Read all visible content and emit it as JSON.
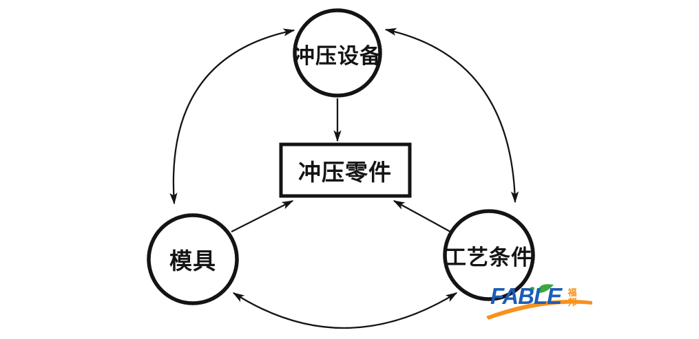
{
  "diagram": {
    "background": "#ffffff",
    "line_color": "#141414",
    "nodes": {
      "stamping_equipment": {
        "label": "冲压设备",
        "shape": "circle",
        "position": "top"
      },
      "stamping_part": {
        "label": "冲压零件",
        "shape": "rectangle",
        "position": "center"
      },
      "die": {
        "label": "模具",
        "shape": "circle",
        "position": "bottom-left"
      },
      "process_conditions": {
        "label": "工艺条件",
        "shape": "circle",
        "position": "bottom-right"
      }
    },
    "edges": [
      {
        "from": "stamping_equipment",
        "to": "stamping_part",
        "type": "single-arrow"
      },
      {
        "from": "die",
        "to": "stamping_part",
        "type": "single-arrow"
      },
      {
        "from": "process_conditions",
        "to": "stamping_part",
        "type": "single-arrow"
      },
      {
        "from": "stamping_equipment",
        "to": "die",
        "type": "double-arrow-arc"
      },
      {
        "from": "stamping_equipment",
        "to": "process_conditions",
        "type": "double-arrow-arc"
      },
      {
        "from": "die",
        "to": "process_conditions",
        "type": "double-arrow-arc"
      }
    ]
  },
  "watermark": {
    "brand": "FABLE",
    "chinese_top": "福",
    "chinese_bottom": "邦",
    "colors": {
      "brand_text": "#1d5db6",
      "swoosh": "#f6921e",
      "leaf": "#3aa83e",
      "chinese_text": "#f6921e"
    }
  }
}
